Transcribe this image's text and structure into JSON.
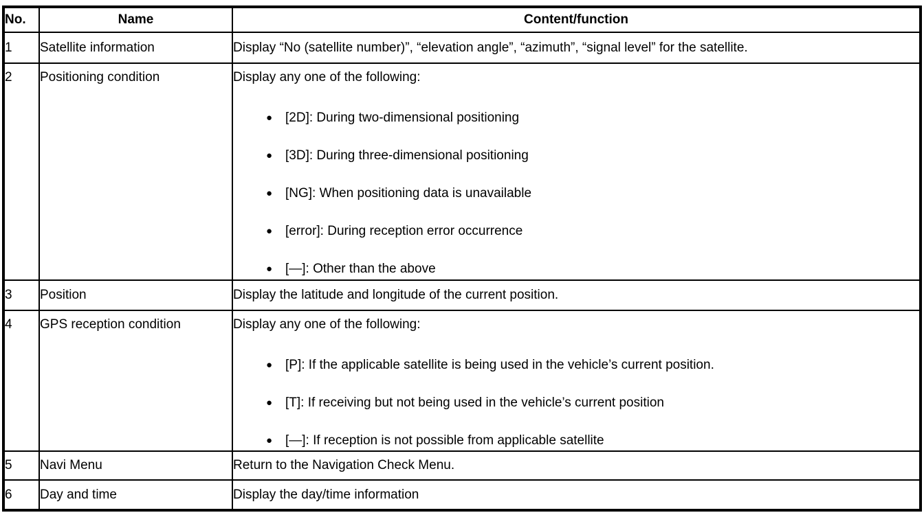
{
  "table": {
    "bullet_glyph": "●",
    "headers": [
      "No.",
      "Name",
      "Content/function"
    ],
    "rows": [
      {
        "no": "1",
        "name": "Satellite information",
        "content": "Display “No (satellite number)”, “elevation angle”, “azimuth”, “signal level” for the satellite.",
        "bullets": []
      },
      {
        "no": "2",
        "name": "Positioning condition",
        "content": "Display any one of the following:",
        "bullets": [
          "[2D]: During two-dimensional positioning",
          "[3D]: During three-dimensional positioning",
          "[NG]: When positioning data is unavailable",
          "[error]: During reception error occurrence",
          "[—]: Other than the above"
        ]
      },
      {
        "no": "3",
        "name": "Position",
        "content": "Display the latitude and longitude of the current position.",
        "bullets": []
      },
      {
        "no": "4",
        "name": "GPS reception condition",
        "content": "Display any one of the following:",
        "bullets": [
          "[P]: If the applicable satellite is being used in the vehicle’s current position.",
          "[T]: If receiving but not being used in the vehicle’s current position",
          "[—]: If reception is not possible from applicable satellite"
        ]
      },
      {
        "no": "5",
        "name": "Navi Menu",
        "content": "Return to the Navigation Check Menu.",
        "bullets": []
      },
      {
        "no": "6",
        "name": "Day and time",
        "content": "Display the day/time information",
        "bullets": []
      }
    ]
  }
}
